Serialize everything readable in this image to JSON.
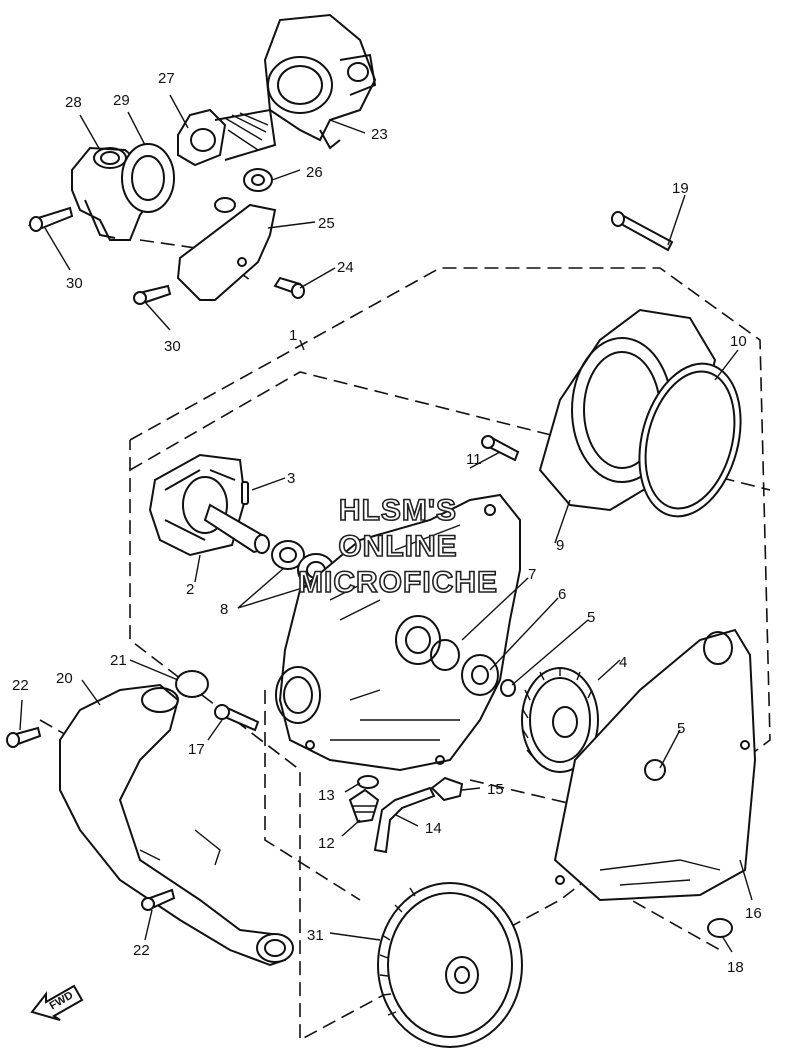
{
  "watermark": {
    "line1": "HLSM'S",
    "line2": "ONLINE",
    "line3": "MICROFICHE"
  },
  "direction_badge": "FWD",
  "callouts": [
    {
      "id": "c1",
      "text": "1"
    },
    {
      "id": "c2",
      "text": "2"
    },
    {
      "id": "c3",
      "text": "3"
    },
    {
      "id": "c4",
      "text": "4"
    },
    {
      "id": "c5a",
      "text": "5"
    },
    {
      "id": "c5b",
      "text": "5"
    },
    {
      "id": "c6",
      "text": "6"
    },
    {
      "id": "c7",
      "text": "7"
    },
    {
      "id": "c8",
      "text": "8"
    },
    {
      "id": "c9",
      "text": "9"
    },
    {
      "id": "c10",
      "text": "10"
    },
    {
      "id": "c11",
      "text": "11"
    },
    {
      "id": "c12",
      "text": "12"
    },
    {
      "id": "c13",
      "text": "13"
    },
    {
      "id": "c14",
      "text": "14"
    },
    {
      "id": "c15",
      "text": "15"
    },
    {
      "id": "c16",
      "text": "16"
    },
    {
      "id": "c17",
      "text": "17"
    },
    {
      "id": "c18",
      "text": "18"
    },
    {
      "id": "c19",
      "text": "19"
    },
    {
      "id": "c20",
      "text": "20"
    },
    {
      "id": "c21",
      "text": "21"
    },
    {
      "id": "c22a",
      "text": "22"
    },
    {
      "id": "c22b",
      "text": "22"
    },
    {
      "id": "c23",
      "text": "23"
    },
    {
      "id": "c24",
      "text": "24"
    },
    {
      "id": "c25",
      "text": "25"
    },
    {
      "id": "c26",
      "text": "26"
    },
    {
      "id": "c27",
      "text": "27"
    },
    {
      "id": "c28",
      "text": "28"
    },
    {
      "id": "c29",
      "text": "29"
    },
    {
      "id": "c30a",
      "text": "30"
    },
    {
      "id": "c30b",
      "text": "30"
    },
    {
      "id": "c31",
      "text": "31"
    }
  ]
}
